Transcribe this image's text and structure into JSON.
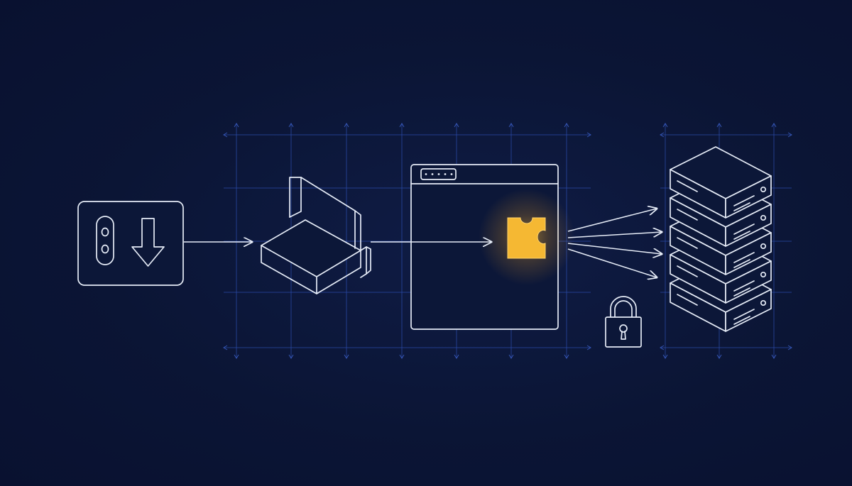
{
  "colors": {
    "background": "#0b1535",
    "grid": "#2a4aa8",
    "stroke": "#e6ecf7",
    "accent": "#f5b833"
  },
  "nodes": [
    {
      "id": "install-package",
      "icon": "download-package-icon"
    },
    {
      "id": "laptop",
      "icon": "laptop-icon"
    },
    {
      "id": "browser-window",
      "icon": "browser-window-icon"
    },
    {
      "id": "plugin",
      "icon": "puzzle-piece-icon"
    },
    {
      "id": "lock",
      "icon": "padlock-icon"
    },
    {
      "id": "servers",
      "icon": "server-stack-icon"
    }
  ],
  "connections": [
    {
      "from": "install-package",
      "to": "laptop"
    },
    {
      "from": "laptop",
      "to": "browser-window"
    },
    {
      "from": "plugin",
      "to": "servers",
      "count": 4
    }
  ]
}
